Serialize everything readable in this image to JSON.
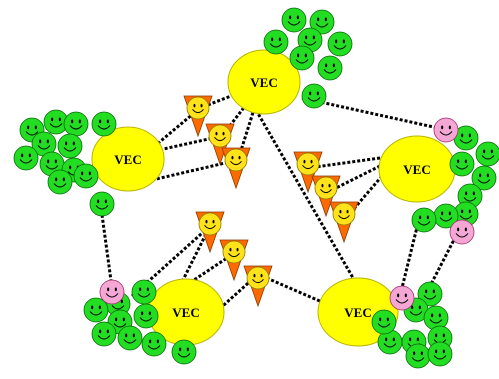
{
  "diagram": {
    "node_label": "VEC",
    "colors": {
      "vec_fill": "#FFFF00",
      "vec_stroke": "#B8B400",
      "member_fill": "#22DD22",
      "member_stroke": "#0A6A0A",
      "gateway_fill": "#F4A6D4",
      "gateway_stroke": "#A0306A",
      "relay_triangle": "#FF6A00",
      "relay_face": "#FFE21A",
      "link": "#000000"
    },
    "icons": {
      "vec": "vec-ellipse",
      "member": "green-smiley-icon",
      "gateway": "pink-smiley-icon",
      "relay": "relay-triangle-smiley-icon"
    },
    "vec_count": 5,
    "relay_count": 9,
    "gateway_count": 4
  }
}
